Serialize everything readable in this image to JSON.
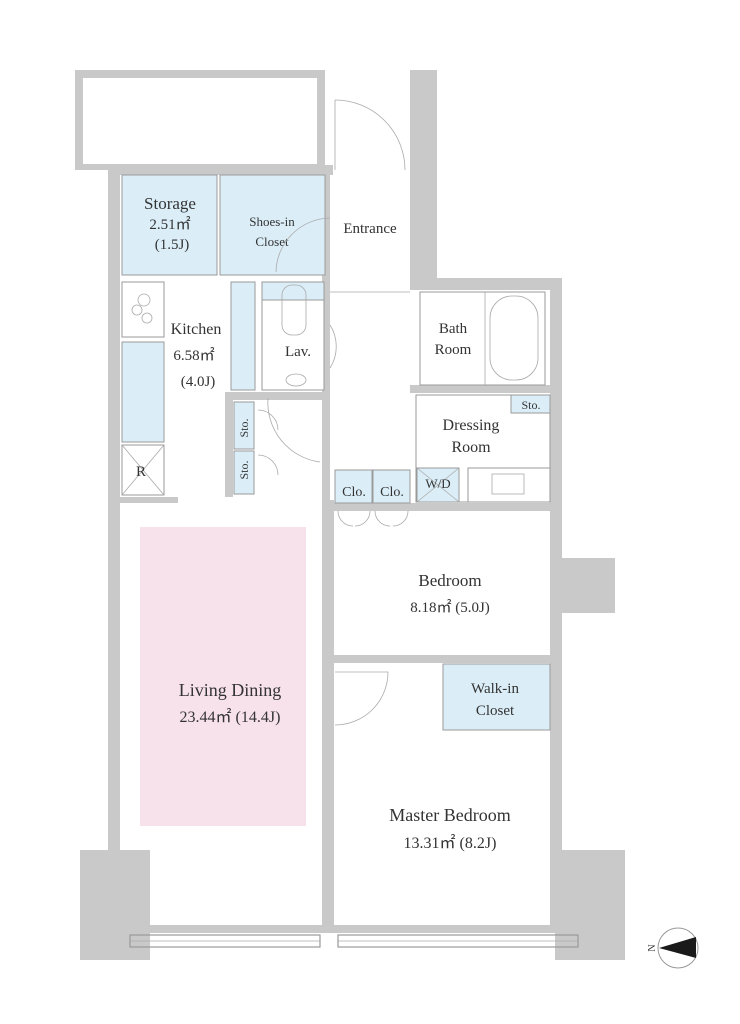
{
  "colors": {
    "wall": "#c9c9c9",
    "closet": "#dbeef8",
    "living": "#f7e1ea"
  },
  "rooms": {
    "storage": {
      "name": "Storage",
      "area": "2.51㎡",
      "tatami": "(1.5J)"
    },
    "shoes_closet": {
      "line1": "Shoes-in",
      "line2": "Closet"
    },
    "entrance": {
      "name": "Entrance"
    },
    "kitchen": {
      "name": "Kitchen",
      "area": "6.58㎡",
      "tatami": "(4.0J)"
    },
    "lav": {
      "name": "Lav."
    },
    "bath": {
      "line1": "Bath",
      "line2": "Room"
    },
    "dressing": {
      "line1": "Dressing",
      "line2": "Room"
    },
    "sto_small": "Sto.",
    "sto_a": "Sto.",
    "sto_b": "Sto.",
    "clo_a": "Clo.",
    "clo_b": "Clo.",
    "wd": "W/D",
    "fridge": "R",
    "bedroom": {
      "name": "Bedroom",
      "area": "8.18㎡  (5.0J)"
    },
    "walkin": {
      "line1": "Walk-in",
      "line2": "Closet"
    },
    "living": {
      "name": "Living Dining",
      "area": "23.44㎡  (14.4J)"
    },
    "master": {
      "name": "Master Bedroom",
      "area": "13.31㎡  (8.2J)"
    }
  },
  "compass": {
    "label": "N"
  }
}
